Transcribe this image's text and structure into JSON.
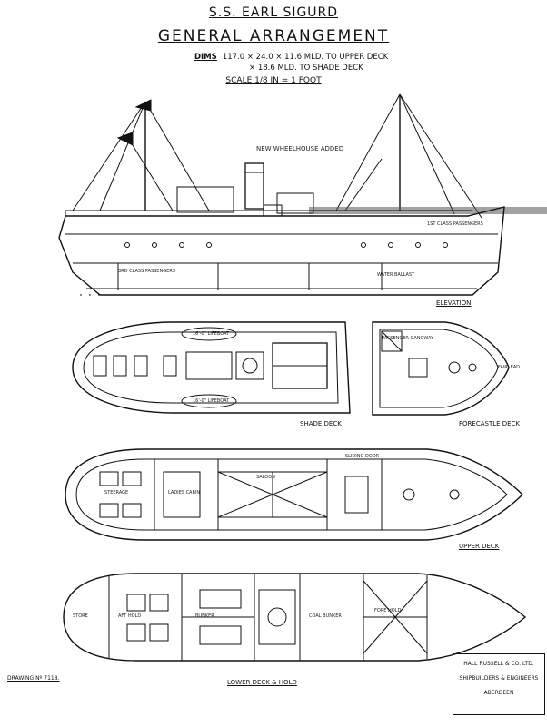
{
  "title": {
    "ship": "S.S. EARL SIGURD",
    "heading": "GENERAL ARRANGEMENT",
    "dims_label": "DIMS",
    "dims_line1": "117.0 × 24.0 × 11.6 MLD. TO UPPER DECK",
    "dims_line2": "× 18.6 MLD. TO SHADE DECK",
    "scale": "SCALE 1/8 IN = 1 FOOT"
  },
  "views": {
    "elevation": "ELEVATION",
    "shade_deck": "SHADE DECK",
    "forecastle_deck": "FORECASTLE DECK",
    "upper_deck": "UPPER DECK",
    "lower_deck": "LOWER DECK & HOLD"
  },
  "notes": {
    "new_wheelhouse": "NEW WHEELHOUSE ADDED",
    "first_class_passengers": "1ST CLASS PASSENGERS",
    "third_class_passengers": "3RD CLASS PASSENGERS",
    "lifeboat_1": "16'-0\" LIFEBOAT",
    "lifeboat_2": "16'-0\" LIFEBOAT",
    "passenger_gangway": "PASSENGER GANGWAY",
    "steerage": "STEERAGE",
    "saloon": "SALOON",
    "store": "STORE",
    "ladies_cabin": "LADIES CABIN",
    "bunker": "BUNKER",
    "coal_bunker": "COAL BUNKER",
    "fish_hold": "FORE HOLD",
    "aft_hold": "AFT HOLD",
    "sliding_door": "SLIDING DOOR",
    "water_ballast": "WATER BALLAST",
    "fairlead": "FAIRLEAD"
  },
  "title_block": {
    "firm": "HALL RUSSELL & CO. LTD.",
    "trade": "SHIPBUILDERS & ENGINEERS",
    "place": "ABERDEEN"
  },
  "drawing_number": "DRAWING Nº 7118."
}
